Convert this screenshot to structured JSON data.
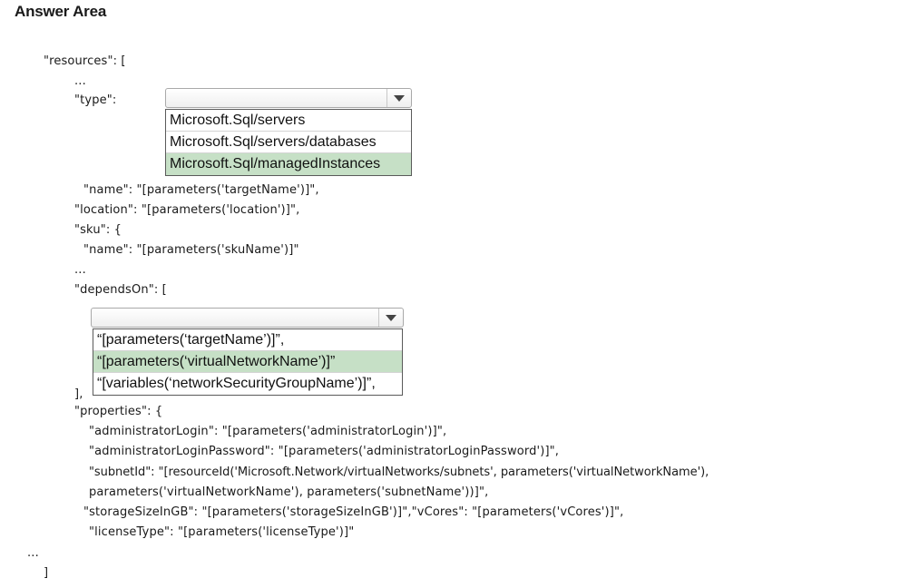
{
  "answer_area": {
    "title": "Answer Area"
  },
  "code_lines": {
    "resources_open": "\"resources\": [",
    "ellipsis_top": "...",
    "type_key": "\"type\":",
    "name_line": "\"name\": \"[parameters('targetName')]\",",
    "location_line": "\"location\": \"[parameters('location')]\",",
    "sku_open": "\"sku\": {",
    "sku_name_line": "\"name\": \"[parameters('skuName')]\"",
    "ellipsis_mid": "...",
    "depends_on_open": "\"dependsOn\": [",
    "depends_on_close": "],",
    "properties_open": "\"properties\": {",
    "admin_login": "\"administratorLogin\": \"[parameters('administratorLogin')]\",",
    "admin_password": "\"administratorLoginPassword\": \"[parameters('administratorLoginPassword')]\",",
    "subnet_id_1": "\"subnetId\": \"[resourceId('Microsoft.Network/virtualNetworks/subnets', parameters('virtualNetworkName'),",
    "subnet_id_2": "parameters('virtualNetworkName'), parameters('subnetName'))]\",",
    "storage_vcores": "\"storageSizeInGB\": \"[parameters('storageSizeInGB')]\",\"vCores\": \"[parameters('vCores')]\",",
    "license_type": "\"licenseType\": \"[parameters('licenseType')]\"",
    "ellipsis_bottom": "...",
    "resources_close": "]"
  },
  "type_dropdown": {
    "options": [
      {
        "label": "Microsoft.Sql/servers",
        "selected": false
      },
      {
        "label": "Microsoft.Sql/servers/databases",
        "selected": false
      },
      {
        "label": "Microsoft.Sql/managedInstances",
        "selected": true
      }
    ]
  },
  "depends_on_dropdown": {
    "options": [
      {
        "label": "“[parameters(‘targetName’)]”,",
        "selected": false
      },
      {
        "label": "“[parameters(‘virtualNetworkName’)]”",
        "selected": true
      },
      {
        "label": "“[variables(‘networkSecurityGroupName’)]”,",
        "selected": false
      }
    ]
  },
  "colors": {
    "selected_option": "#c6e0c6"
  }
}
